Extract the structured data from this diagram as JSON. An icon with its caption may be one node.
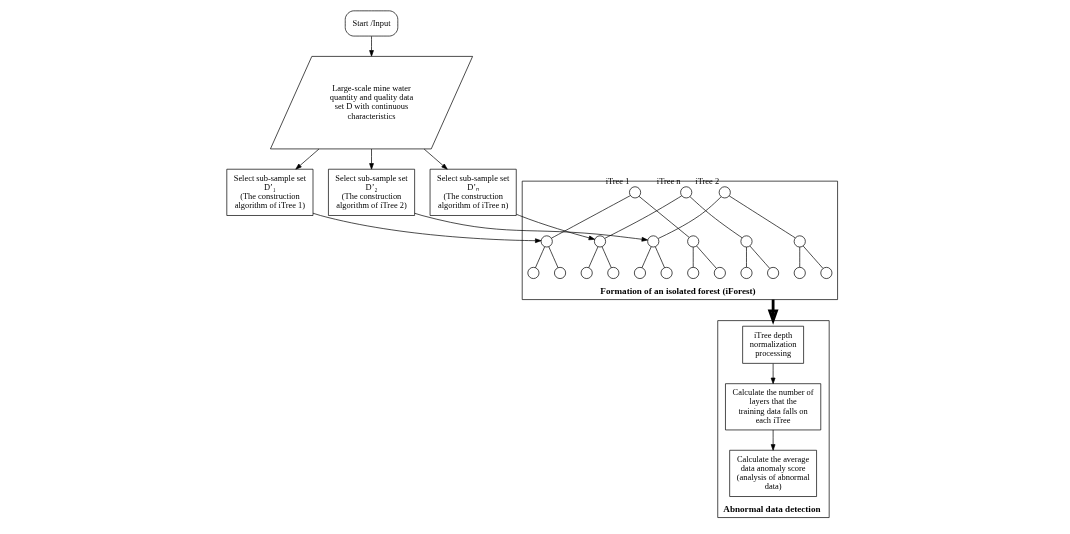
{
  "diagram": {
    "nodes": [
      {
        "text": [
          "Start /Input"
        ]
      },
      {
        "text": [
          "Large-scale mine water quantity and quality data set D with continuous characteristics"
        ]
      },
      {
        "text": [
          "Select sub-sample set D’₁",
          "(The construction algorithm of iTree 1)"
        ]
      },
      {
        "text": [
          "Select sub-sample set D’₂",
          "(The construction algorithm of iTree 2)"
        ]
      },
      {
        "text": [
          "Select sub-sample set D’ₙ",
          "(The construction algorithm of iTree n)"
        ]
      },
      {
        "text": [
          "Formation of an isolated forest (iForest)"
        ]
      },
      {
        "text": [],
        "shape": "circle",
        "in": 5,
        "beside": [
          "iTree 1"
        ]
      },
      {
        "text": [],
        "shape": "circle",
        "in": 5
      },
      {
        "text": [],
        "shape": "circle",
        "in": 5
      },
      {
        "text": [],
        "shape": "circle",
        "in": 5
      },
      {
        "text": [],
        "shape": "circle",
        "in": 5
      },
      {
        "text": [],
        "shape": "circle",
        "in": 5
      },
      {
        "text": [],
        "shape": "circle",
        "in": 5
      },
      {
        "text": [],
        "shape": "circle",
        "in": 5,
        "beside": [
          "iTree 2"
        ]
      },
      {
        "text": [],
        "shape": "circle",
        "in": 5
      },
      {
        "text": [],
        "shape": "circle",
        "in": 5
      },
      {
        "text": [],
        "shape": "circle",
        "in": 5
      },
      {
        "text": [],
        "shape": "circle",
        "in": 5
      },
      {
        "text": [],
        "shape": "circle",
        "in": 5
      },
      {
        "text": [],
        "shape": "circle",
        "in": 5
      },
      {
        "text": [],
        "shape": "circle",
        "in": 5,
        "beside": [
          "iTree n"
        ]
      },
      {
        "text": [],
        "shape": "circle",
        "in": 5
      },
      {
        "text": [],
        "shape": "circle",
        "in": 5
      },
      {
        "text": [],
        "shape": "circle",
        "in": 5
      },
      {
        "text": [],
        "shape": "circle",
        "in": 5
      },
      {
        "text": [],
        "shape": "circle",
        "in": 5
      },
      {
        "text": [],
        "shape": "circle",
        "in": 5
      },
      {
        "text": [
          "Abnormal data detection"
        ]
      },
      {
        "text": [
          "iTree depth normalization processing"
        ],
        "in": 27
      },
      {
        "text": [
          "Calculate the number of layers that the training data falls on each iTree"
        ],
        "in": 27
      },
      {
        "text": [
          "Calculate the average data anomaly score (analysis of abnormal data)"
        ],
        "in": 27
      }
    ],
    "edges": [
      {
        "from": 0,
        "to": 1,
        "arrow": "to"
      },
      {
        "from": 1,
        "to": 2,
        "arrow": "to"
      },
      {
        "from": 1,
        "to": 3,
        "arrow": "to"
      },
      {
        "from": 1,
        "to": 4,
        "arrow": "to"
      },
      {
        "from": 2,
        "to": 7,
        "arrow": "to"
      },
      {
        "from": 3,
        "to": 14,
        "arrow": "to"
      },
      {
        "from": 4,
        "to": 21,
        "arrow": "to"
      },
      {
        "from": 6,
        "to": 7,
        "arrow": "none"
      },
      {
        "from": 6,
        "to": 8,
        "arrow": "none"
      },
      {
        "from": 7,
        "to": 9,
        "arrow": "none"
      },
      {
        "from": 7,
        "to": 10,
        "arrow": "none"
      },
      {
        "from": 8,
        "to": 11,
        "arrow": "none"
      },
      {
        "from": 8,
        "to": 12,
        "arrow": "none"
      },
      {
        "from": 13,
        "to": 14,
        "arrow": "none"
      },
      {
        "from": 13,
        "to": 15,
        "arrow": "none"
      },
      {
        "from": 14,
        "to": 16,
        "arrow": "none"
      },
      {
        "from": 14,
        "to": 17,
        "arrow": "none"
      },
      {
        "from": 15,
        "to": 18,
        "arrow": "none"
      },
      {
        "from": 15,
        "to": 19,
        "arrow": "none"
      },
      {
        "from": 20,
        "to": 21,
        "arrow": "none"
      },
      {
        "from": 20,
        "to": 22,
        "arrow": "none"
      },
      {
        "from": 21,
        "to": 23,
        "arrow": "none"
      },
      {
        "from": 21,
        "to": 24,
        "arrow": "none"
      },
      {
        "from": 22,
        "to": 25,
        "arrow": "none"
      },
      {
        "from": 22,
        "to": 26,
        "arrow": "none"
      },
      {
        "from": 5,
        "to": 27,
        "arrow": "to",
        "style": "thick"
      },
      {
        "from": 28,
        "to": 29,
        "arrow": "to"
      },
      {
        "from": 29,
        "to": 30,
        "arrow": "to"
      }
    ]
  }
}
